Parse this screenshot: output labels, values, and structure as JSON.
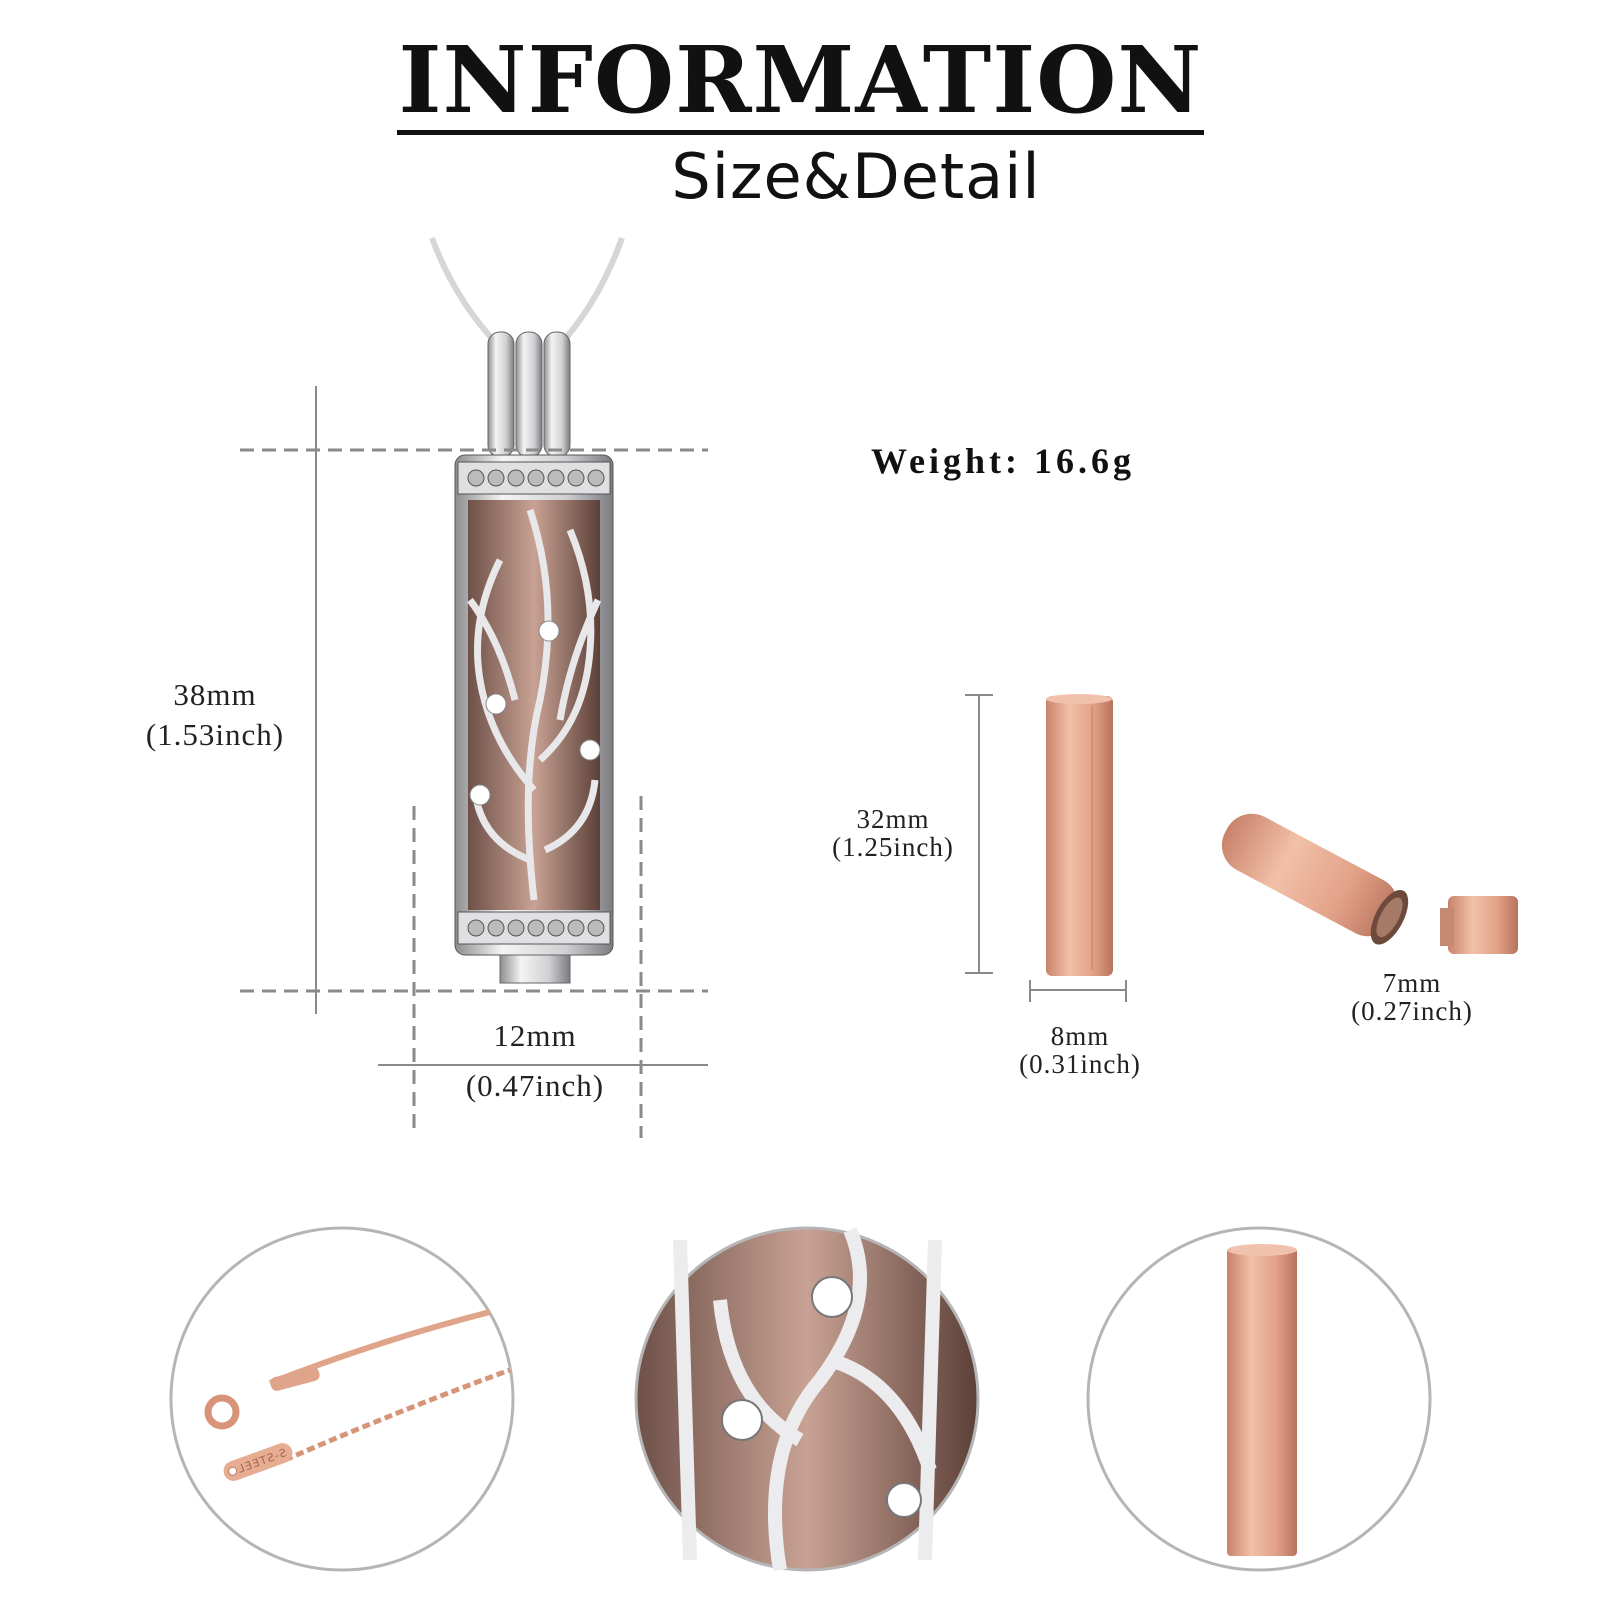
{
  "header": {
    "title": "INFORMATION",
    "subtitle": "Size&Detail"
  },
  "weight": "Weight: 16.6g",
  "pendant": {
    "height_mm": "38mm",
    "height_in": "(1.53inch)",
    "width_mm": "12mm",
    "width_in": "(0.47inch)"
  },
  "tube": {
    "height_mm": "32mm",
    "height_in": "(1.25inch)",
    "width_mm": "8mm",
    "width_in": "(0.31inch)"
  },
  "cap": {
    "size_mm": "7mm",
    "size_in": "(0.27inch)"
  },
  "chain_tag_text": "S-STEEL",
  "colors": {
    "rose_gold": "#e0a48a",
    "silver": "#c9c9cc",
    "dashed_line": "#8a8a8a",
    "circle_border": "#b5b5b5"
  }
}
